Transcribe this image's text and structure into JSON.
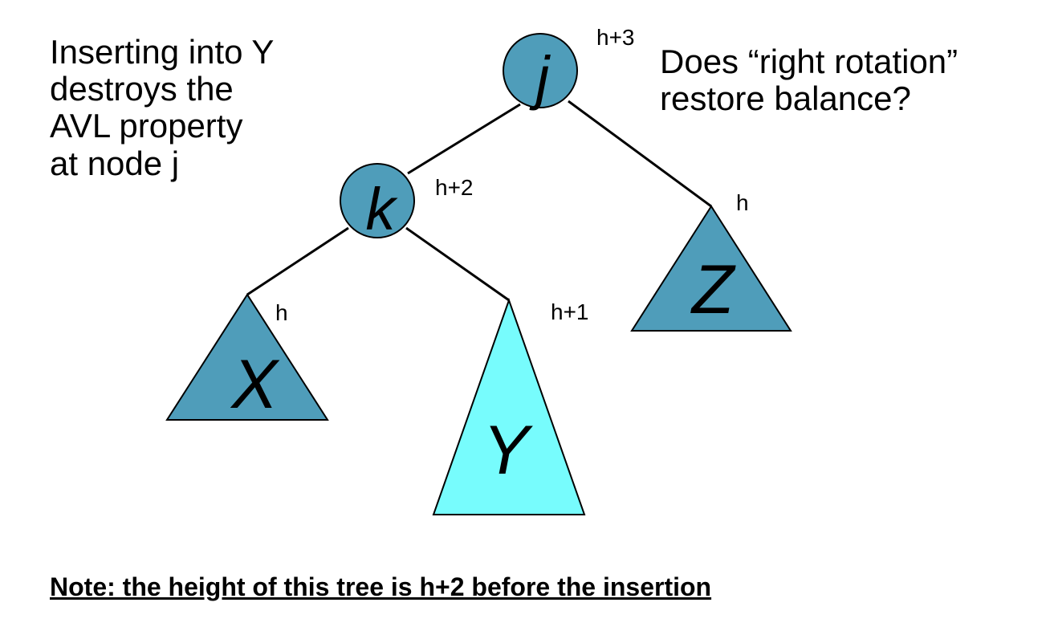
{
  "left_text": "Inserting into Y\ndestroys the\nAVL property\nat node j",
  "right_text": "Does “right rotation”\nrestore balance?",
  "note": "Note: the height of this tree is h+2 before the insertion",
  "colors": {
    "node_fill": "#4f9dba",
    "subtree_fill": "#4f9dba",
    "highlight_subtree_fill": "#77fcfd",
    "edge": "#000000"
  },
  "nodes": {
    "j": {
      "label": "j",
      "height": "h+3"
    },
    "k": {
      "label": "k",
      "height": "h+2"
    }
  },
  "subtrees": {
    "x": {
      "label": "X",
      "height": "h"
    },
    "y": {
      "label": "Y",
      "height": "h+1"
    },
    "z": {
      "label": "Z",
      "height": "h"
    }
  }
}
